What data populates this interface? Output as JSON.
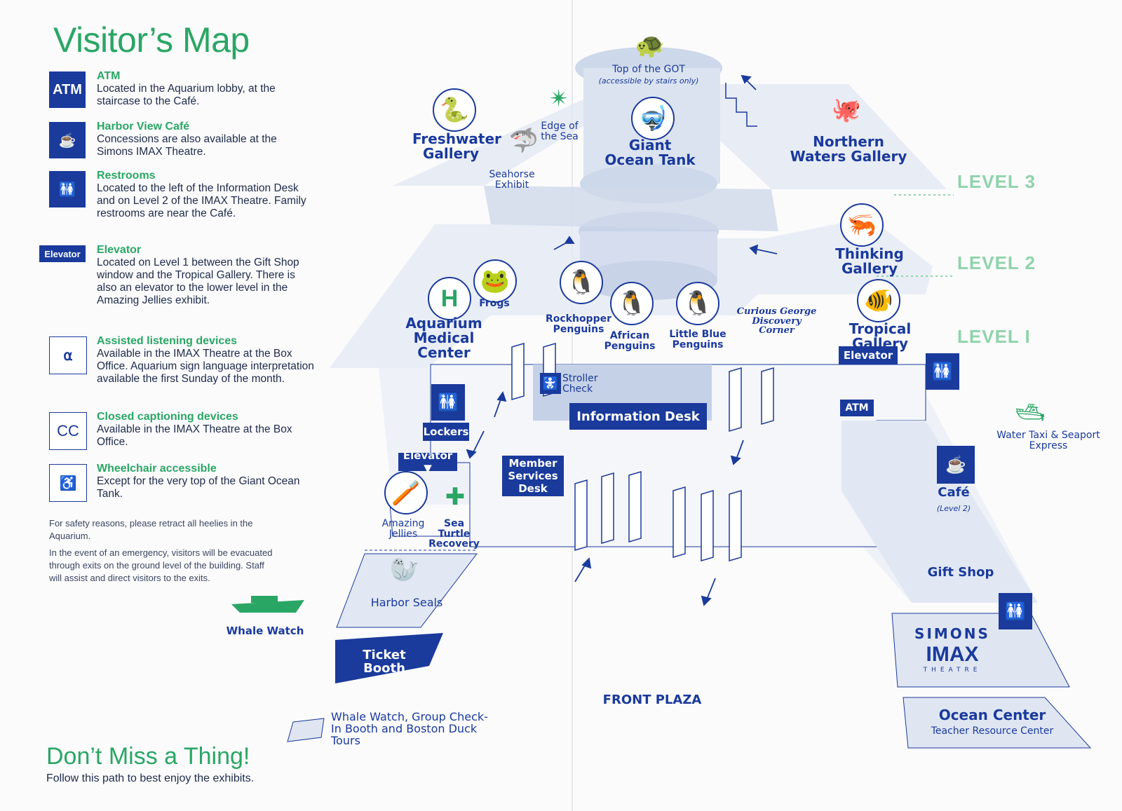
{
  "title": "Visitor’s Map",
  "legend": [
    {
      "icon": "ATM",
      "heading": "ATM",
      "body": "Located in the Aquarium lobby, at the staircase to the Café."
    },
    {
      "icon": "cafe-icon",
      "heading": "Harbor View Café",
      "body": "Concessions are also available at the Simons IMAX Theatre."
    },
    {
      "icon": "restroom-icon",
      "heading": "Restrooms",
      "body": "Located to the left of the Information Desk and on Level 2 of the IMAX Theatre. Family restrooms are near the Café."
    },
    {
      "icon": "Elevator",
      "heading": "Elevator",
      "body": "Located on Level 1 between the Gift Shop window and the Tropical Gallery. There is also an elevator to the lower level in the Amazing Jellies exhibit."
    },
    {
      "icon": "ear-icon",
      "heading": "Assisted listening devices",
      "body": "Available in the IMAX Theatre at the Box Office. Aquarium sign language interpretation available the first Sunday of the month."
    },
    {
      "icon": "CC",
      "heading": "Closed captioning devices",
      "body": "Available in the IMAX Theatre at the Box Office."
    },
    {
      "icon": "wheelchair-icon",
      "heading": "Wheelchair accessible",
      "body": "Except for the very top of the Giant Ocean Tank."
    }
  ],
  "notes": [
    "For safety reasons, please retract all heelies in the Aquarium.",
    "In the event of an emergency, visitors will be evacuated through exits on the ground level of the building. Staff will assist and direct visitors to the exits."
  ],
  "whale_watch": "Whale Watch",
  "dont_miss": {
    "title": "Don’t Miss a Thing!",
    "subtitle": "Follow this path to best enjoy the exhibits."
  },
  "levels": [
    "LEVEL 3",
    "LEVEL 2",
    "LEVEL I"
  ],
  "labels": {
    "top_got": "Top of the GOT",
    "top_got_note": "(accessible by stairs only)",
    "giant_ocean_tank": "Giant Ocean Tank",
    "freshwater": "Freshwater Gallery",
    "edge": "Edge of the Sea",
    "seahorse": "Seahorse Exhibit",
    "northern": "Northern Waters Gallery",
    "thinking": "Thinking Gallery",
    "medical": "Aquarium Medical Center",
    "frogs": "Frogs",
    "rockhopper": "Rockhopper Penguins",
    "african": "African Penguins",
    "little_blue": "Little Blue Penguins",
    "curious": "Curious George Discovery Corner",
    "tropical": "Tropical Gallery",
    "elevator": "Elevator",
    "stroller": "Stroller Check",
    "info_desk": "Information Desk",
    "atm": "ATM",
    "lockers": "Lockers",
    "elevator_down": "Elevator ▼",
    "member": "Member Services Desk",
    "jellies": "Amazing Jellies",
    "sea_turtle": "Sea Turtle Recovery",
    "harbor_seals": "Harbor Seals",
    "ticket": "Ticket Booth",
    "cafe": "Café",
    "cafe_level": "(Level 2)",
    "gift": "Gift Shop",
    "water_taxi": "Water Taxi & Seaport Express",
    "imax_simons": "SIMONS",
    "imax": "IMAX",
    "imax_theatre": "THEATRE",
    "ocean_center": "Ocean Center",
    "teacher": "Teacher Resource Center",
    "front_plaza": "FRONT PLAZA",
    "whale_checkin": "Whale Watch, Group Check-In Booth and Boston Duck Tours"
  }
}
